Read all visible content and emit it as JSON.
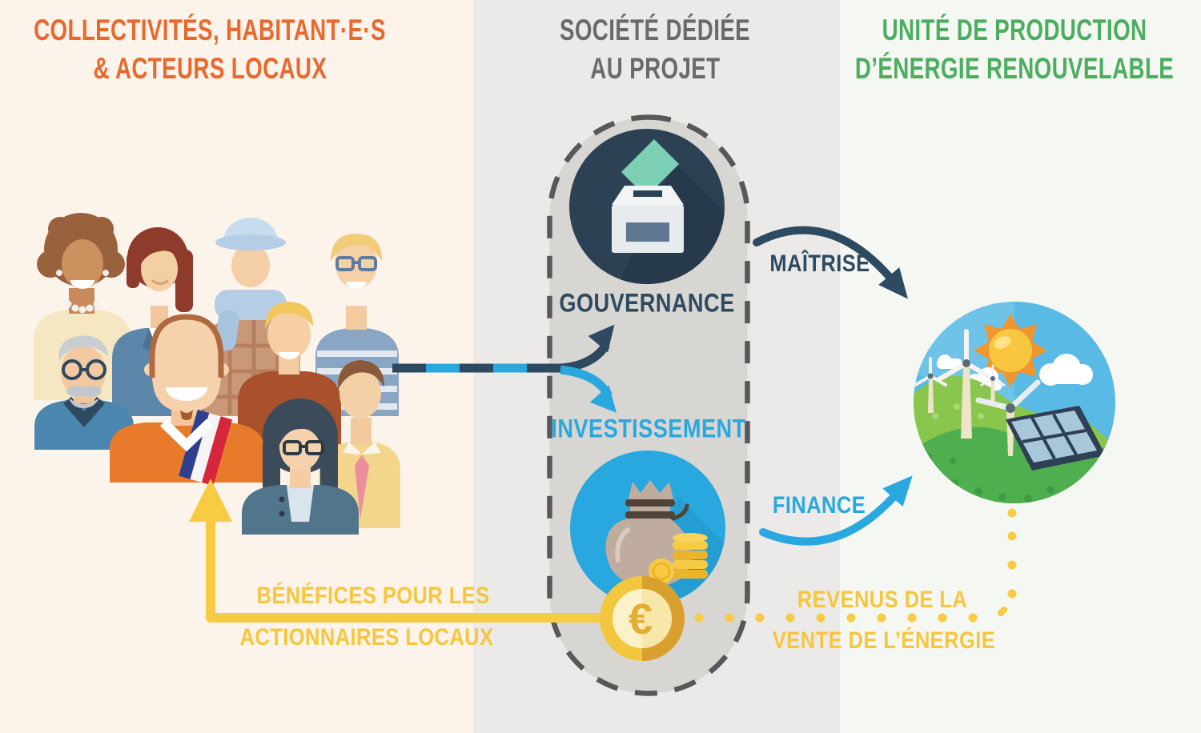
{
  "header": {
    "left": {
      "line1": "COLLECTIVITÉS, HABITANT·E·S",
      "line2": "& ACTEURS LOCAUX"
    },
    "center": {
      "line1": "SOCIÉTÉ DÉDIÉE",
      "line2": "AU PROJET"
    },
    "right": {
      "line1": "UNITÉ DE PRODUCTION",
      "line2": "D’ÉNERGIE RENOUVELABLE"
    }
  },
  "company": {
    "governance": "GOUVERNANCE",
    "investment": "INVESTISSEMENT"
  },
  "flows": {
    "maitrise": "MAÎTRISE",
    "finance": "FINANCE",
    "benefits": {
      "line1": "BÉNÉFICES POUR LES",
      "line2": "ACTIONNAIRES LOCAUX"
    },
    "revenue": {
      "line1": "REVENUS DE LA",
      "line2": "VENTE DE L’ÉNERGIE"
    }
  },
  "symbols": {
    "euro": "€"
  },
  "colors": {
    "left_title": "#E8692E",
    "center_title": "#6A6A68",
    "right_title": "#4BAD5E",
    "navy": "#2E4A60",
    "blue": "#29A8E0",
    "yellow": "#F6C63E",
    "left_bg": "#FCF3EB",
    "center_bg": "#ECEAE8",
    "right_bg": "#F5F7F3",
    "capsule_bg": "#D8D6D3"
  },
  "icons": {
    "ballot_box": "ballot-box-with-teal-ballot",
    "money_bag": "money-bag-with-gold-coins",
    "euro_coin": "gold-coin-with-euro-symbol",
    "renewable_unit": "sun-wind-turbines-solar-panel-on-hills",
    "citizens": "group-of-nine-local-people"
  }
}
